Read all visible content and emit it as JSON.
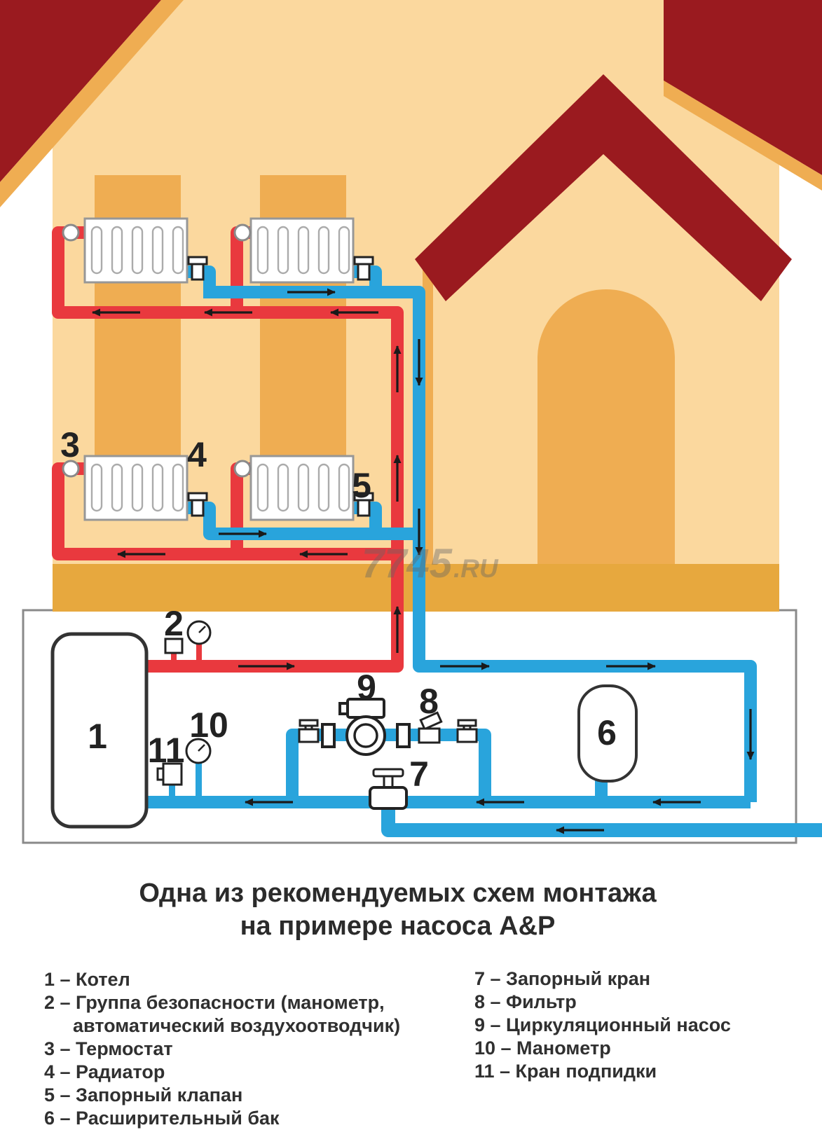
{
  "title": {
    "line1": "Одна из рекомендуемых схем монтажа",
    "line2": "на примере насоса A&P"
  },
  "watermark": {
    "main": "7745",
    "suffix": ".RU"
  },
  "diagram": {
    "labels": {
      "n1": "1",
      "n2": "2",
      "n3": "3",
      "n4": "4",
      "n5": "5",
      "n6": "6",
      "n7": "7",
      "n8": "8",
      "n9": "9",
      "n10": "10",
      "n11": "11"
    }
  },
  "legend": {
    "left": [
      "1 – Котел",
      "2 – Группа безопасности (манометр,",
      "автоматический воздухоотводчик)",
      "3 – Термостат",
      "4 – Радиатор",
      "5 – Запорный клапан",
      "6 – Расширительный бак"
    ],
    "right": [
      "7 – Запорный кран",
      "8 – Фильтр",
      "9 – Циркуляционный насос",
      "10 – Манометр",
      "11 – Кран подпидки"
    ]
  },
  "colors": {
    "wall": "#FBD89E",
    "accent_orange": "#EFAD52",
    "floor_orange": "#E7A83E",
    "roof_red": "#9A1A1F",
    "pipe_hot": "#E9393E",
    "pipe_cold": "#29A4DC",
    "border_gray": "#8a8a8a"
  }
}
